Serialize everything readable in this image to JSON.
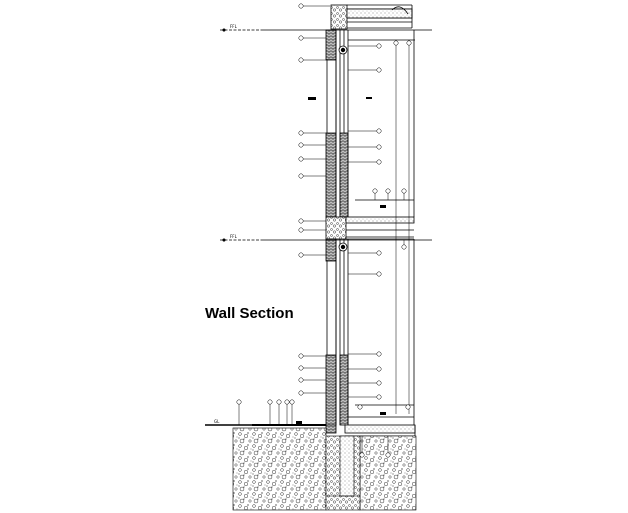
{
  "drawing": {
    "title": "Wall Section",
    "level_labels": [
      "FFL",
      "FFL"
    ],
    "ground_label": "GL"
  },
  "colors": {
    "line": "#000000",
    "background": "#ffffff"
  },
  "legend": {}
}
